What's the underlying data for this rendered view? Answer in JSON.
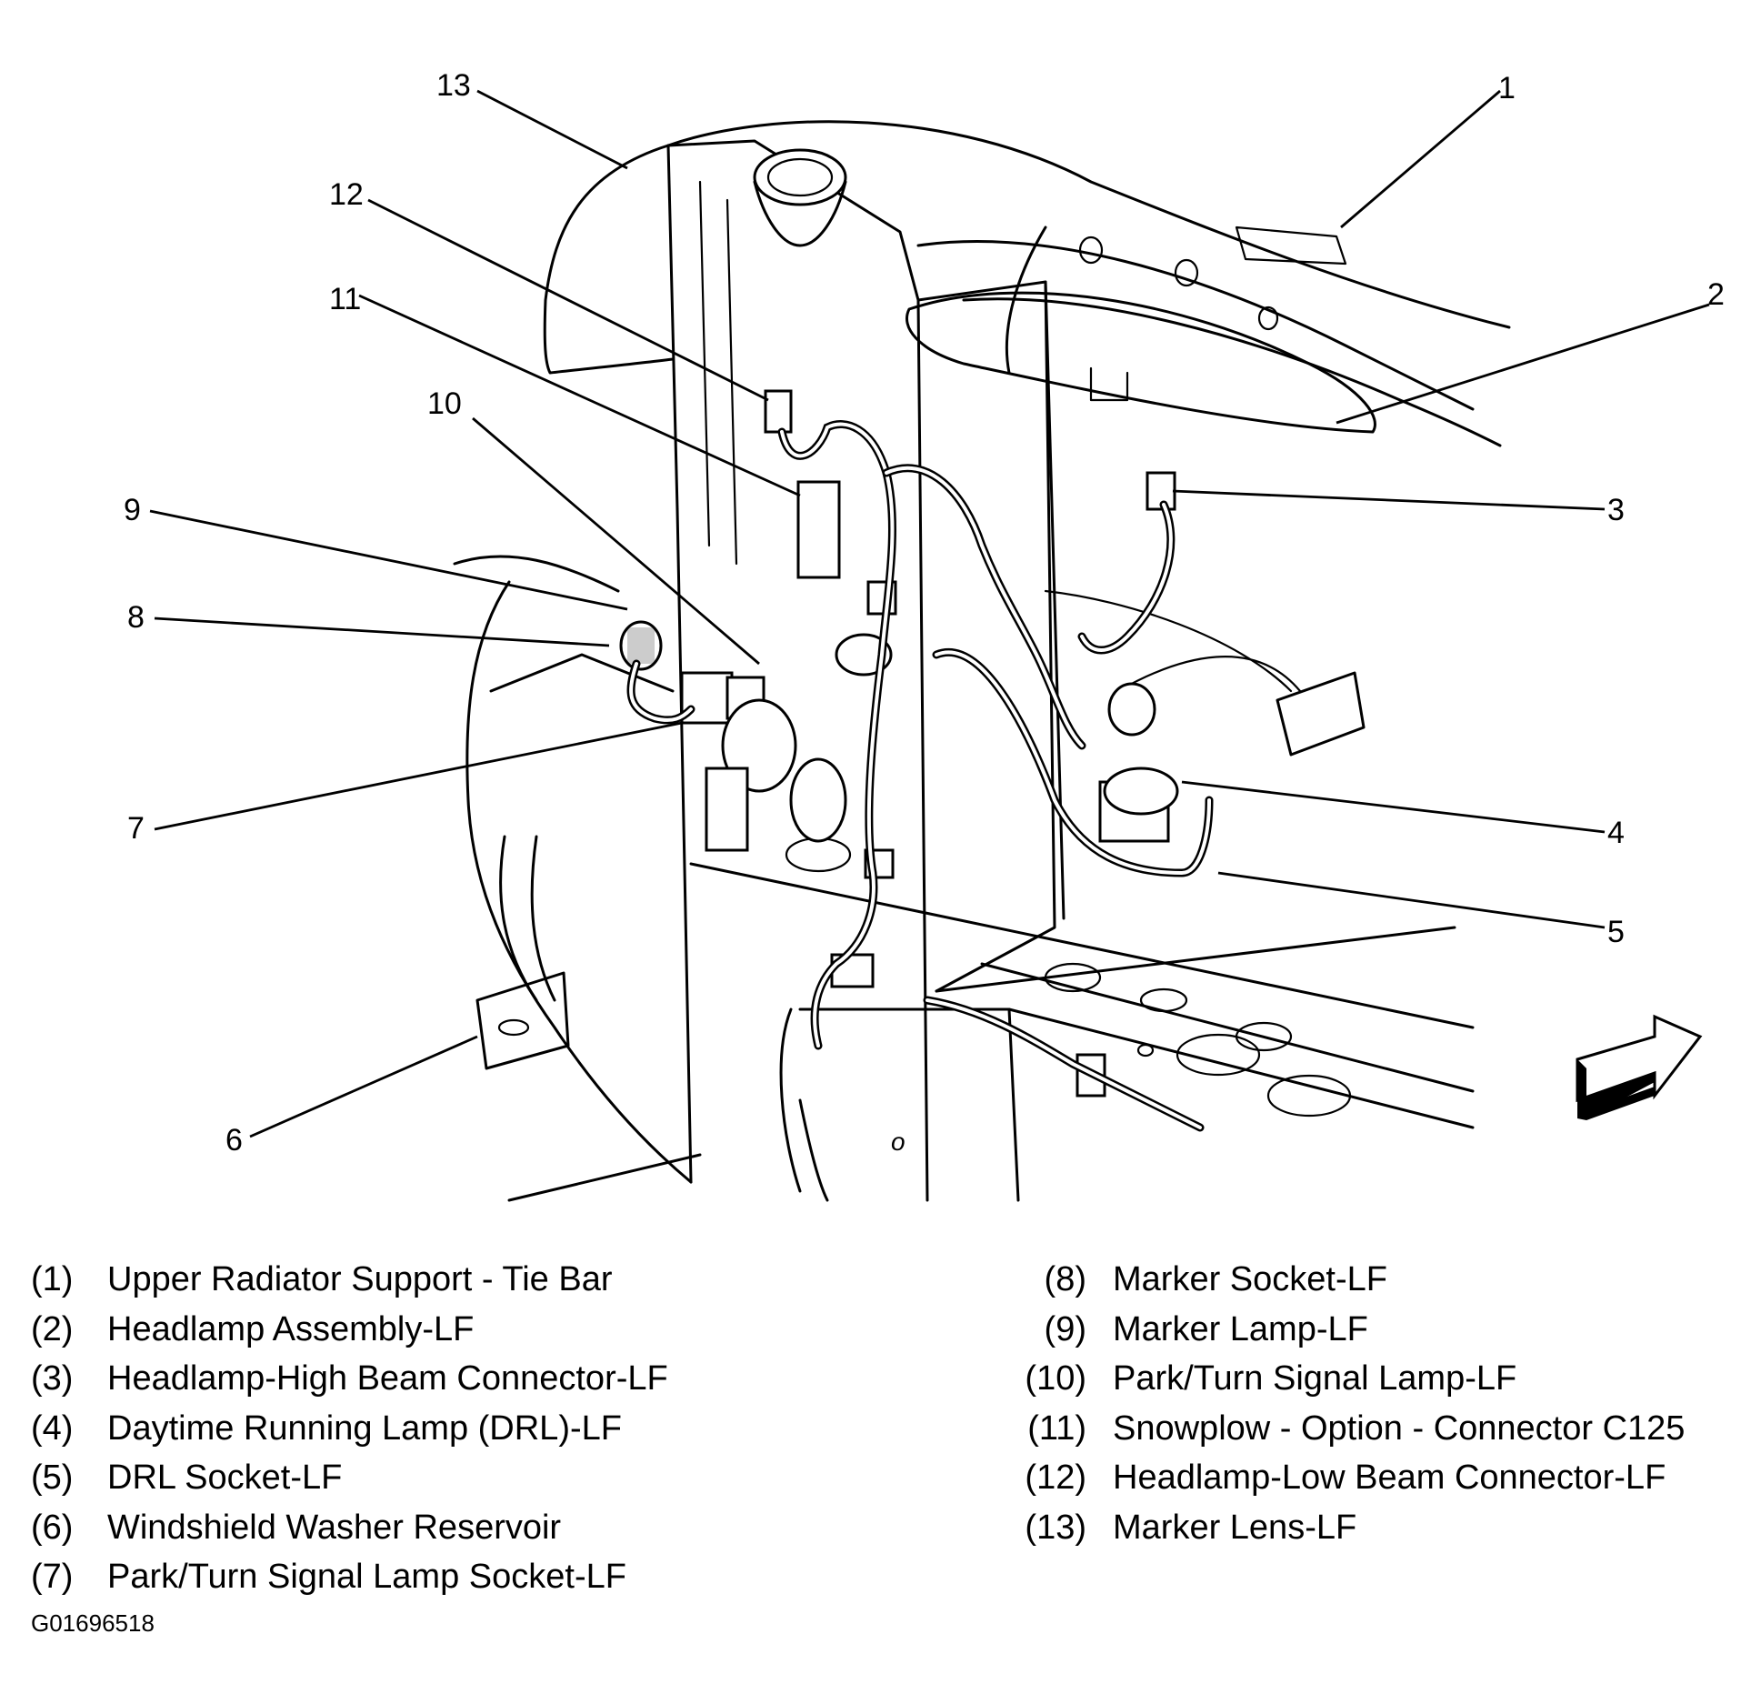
{
  "callouts": [
    "1",
    "2",
    "3",
    "4",
    "5",
    "6",
    "7",
    "8",
    "9",
    "10",
    "11",
    "12",
    "13"
  ],
  "legend_left": [
    {
      "num": "(1)",
      "text": "Upper Radiator Support - Tie Bar"
    },
    {
      "num": "(2)",
      "text": "Headlamp Assembly-LF"
    },
    {
      "num": "(3)",
      "text": "Headlamp-High Beam Connector-LF"
    },
    {
      "num": "(4)",
      "text": "Daytime Running Lamp (DRL)-LF"
    },
    {
      "num": "(5)",
      "text": "DRL Socket-LF"
    },
    {
      "num": "(6)",
      "text": "Windshield Washer Reservoir"
    },
    {
      "num": "(7)",
      "text": "Park/Turn Signal Lamp Socket-LF"
    }
  ],
  "legend_right": [
    {
      "num": "(8)",
      "text": "Marker Socket-LF"
    },
    {
      "num": "(9)",
      "text": "Marker Lamp-LF"
    },
    {
      "num": "(10)",
      "text": "Park/Turn Signal Lamp-LF"
    },
    {
      "num": "(11)",
      "text": "Snowplow - Option - Connector C125"
    },
    {
      "num": "(12)",
      "text": "Headlamp-Low Beam Connector-LF"
    },
    {
      "num": "(13)",
      "text": "Marker Lens-LF"
    }
  ],
  "figure_id": "G01696518",
  "direction_arrow_icon": "front-arrow-icon"
}
